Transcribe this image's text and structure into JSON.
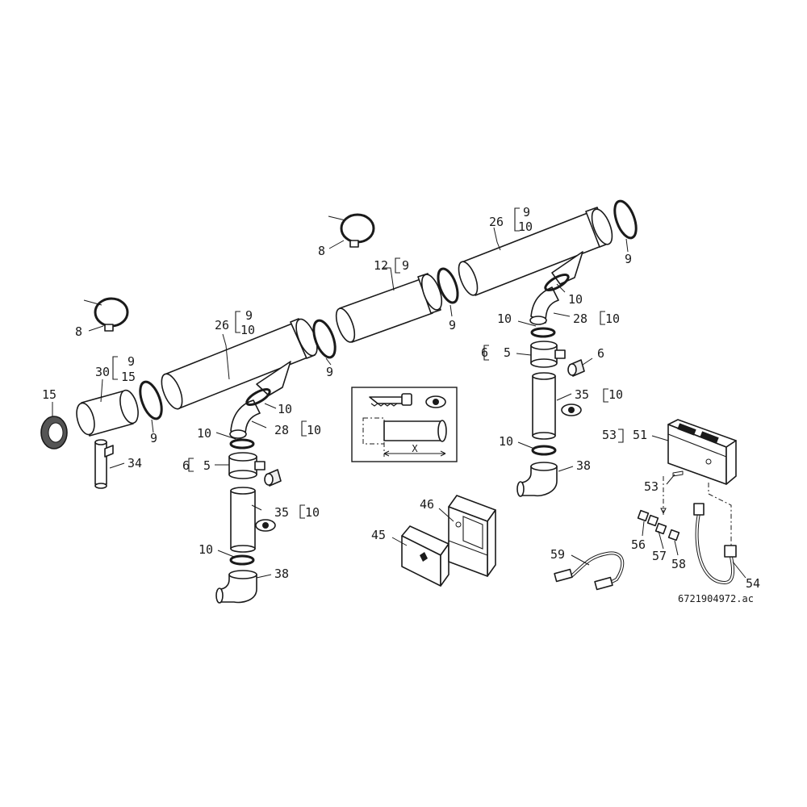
{
  "drawing_code": "6721904972.ac",
  "labels": {
    "l15": "15",
    "l30": "30",
    "l30a": "9",
    "l30b": "15",
    "l8a": "8",
    "l8b": "8",
    "l26a": "26",
    "l26a1": "9",
    "l26a2": "10",
    "l12": "12",
    "l12a": "9",
    "l26b": "26",
    "l26b1": "9",
    "l26b2": "10",
    "l9a": "9",
    "l9b": "9",
    "l9c": "9",
    "l9d": "9",
    "l10a": "10",
    "l28a": "28",
    "l28a1": "10",
    "l10b": "10",
    "l6a": "6",
    "l5a": "5",
    "l35a": "35",
    "l35a1": "10",
    "l10c": "10",
    "l38a": "38",
    "l34": "34",
    "l10d": "10",
    "l28b": "28",
    "l28b1": "10",
    "l10e": "10",
    "l6b": "6",
    "l5b": "5",
    "l6c": "6",
    "l35b": "35",
    "l35b1": "10",
    "l10f": "10",
    "l38b": "38",
    "l53a": "53",
    "l51": "51",
    "l53b": "53",
    "l46": "46",
    "l45": "45",
    "l56": "56",
    "l57": "57",
    "l58": "58",
    "l54": "54",
    "l59": "59",
    "cut_x": "X"
  },
  "icons": [
    "saw-icon",
    "eye-icon",
    "eye-icon",
    "eye-icon",
    "eye-icon",
    "clamp-icon"
  ]
}
